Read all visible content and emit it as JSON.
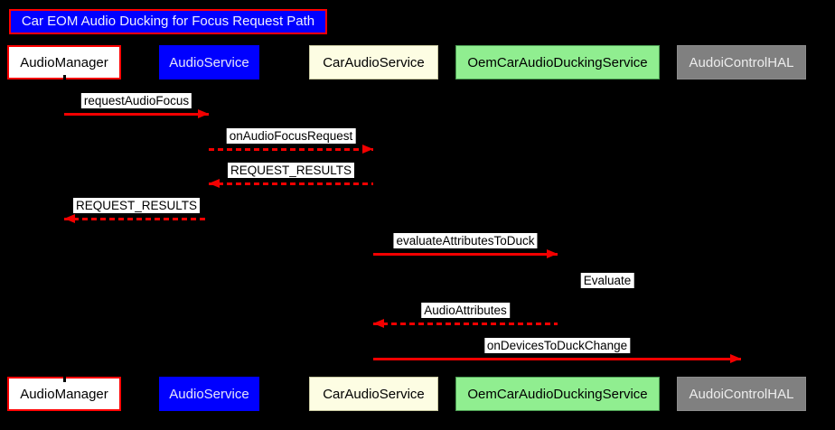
{
  "diagram": {
    "title": "Car EOM Audio Ducking for Focus Request Path",
    "participants": [
      {
        "id": "audio-manager",
        "label": "AudioManager",
        "fill": "#ffffff",
        "text": "#000000",
        "border": "#ff0000",
        "border_width": 2
      },
      {
        "id": "audio-service",
        "label": "AudioService",
        "fill": "#0000ff",
        "text": "#e6e6fa",
        "border": "#0000ff",
        "border_width": 1
      },
      {
        "id": "car-audio-service",
        "label": "CarAudioService",
        "fill": "#fdfde3",
        "text": "#000000",
        "border": "#c9c9a1",
        "border_width": 1
      },
      {
        "id": "oem-car-audio-ducking-service",
        "label": "OemCarAudioDuckingService",
        "fill": "#90ee90",
        "text": "#000000",
        "border": "#4c9e53",
        "border_width": 1
      },
      {
        "id": "audoi-control-hal",
        "label": "AudoiControlHAL",
        "fill": "#808080",
        "text": "#ececec",
        "border": "#8c8c8c",
        "border_width": 1
      }
    ],
    "messages": [
      {
        "label": "requestAudioFocus",
        "from": "AudioManager",
        "to": "AudioService",
        "style": "solid"
      },
      {
        "label": "onAudioFocusRequest",
        "from": "AudioService",
        "to": "CarAudioService",
        "style": "dashed"
      },
      {
        "label": "REQUEST_RESULTS",
        "from": "CarAudioService",
        "to": "AudioService",
        "style": "dashed"
      },
      {
        "label": "REQUEST_RESULTS",
        "from": "AudioService",
        "to": "AudioManager",
        "style": "dashed"
      },
      {
        "label": "evaluateAttributesToDuck",
        "from": "CarAudioService",
        "to": "OemCarAudioDuckingService",
        "style": "solid"
      },
      {
        "label": "Evaluate",
        "from": "OemCarAudioDuckingService",
        "to": "OemCarAudioDuckingService",
        "style": "self"
      },
      {
        "label": "AudioAttributes",
        "from": "OemCarAudioDuckingService",
        "to": "CarAudioService",
        "style": "dashed"
      },
      {
        "label": "onDevicesToDuckChange",
        "from": "CarAudioService",
        "to": "AudoiControlHAL",
        "style": "solid"
      }
    ],
    "colors": {
      "background": "#000000",
      "arrow": "#f20000",
      "red": "#ff0000",
      "title_bg": "#0000ff",
      "title_text": "#eeeeff",
      "label_bg": "#ffffff",
      "label_text": "#000000"
    }
  }
}
